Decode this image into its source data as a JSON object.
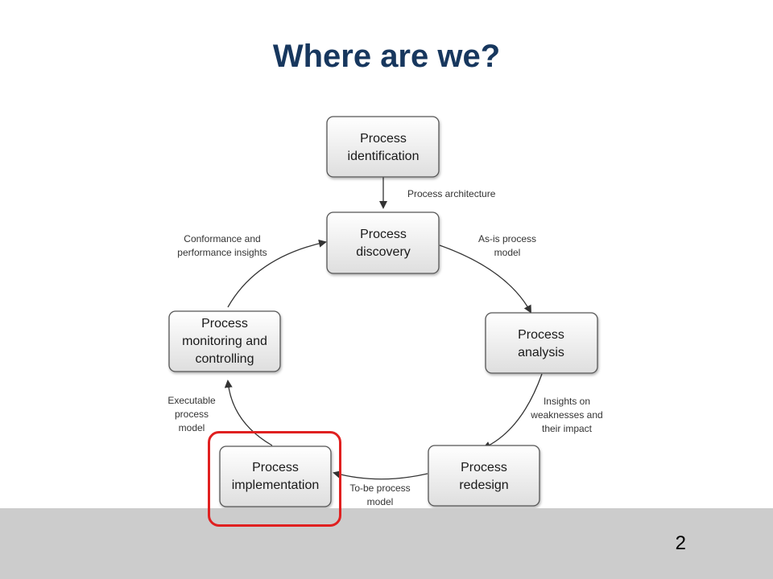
{
  "slide": {
    "title": "Where are we?",
    "page_number": "2"
  },
  "diagram": {
    "nodes": {
      "identification": [
        "Process",
        "identification"
      ],
      "discovery": [
        "Process",
        "discovery"
      ],
      "analysis": [
        "Process",
        "analysis"
      ],
      "redesign": [
        "Process",
        "redesign"
      ],
      "implementation": [
        "Process",
        "implementation"
      ],
      "monitoring": [
        "Process",
        "monitoring and",
        "controlling"
      ]
    },
    "edges": {
      "architecture": [
        "Process architecture"
      ],
      "as_is": [
        "As-is process",
        "model"
      ],
      "insights": [
        "Insights on",
        "weaknesses and",
        "their impact"
      ],
      "to_be": [
        "To-be process",
        "model"
      ],
      "executable": [
        "Executable",
        "process",
        "model"
      ],
      "conformance": [
        "Conformance and",
        "performance insights"
      ]
    },
    "highlighted_node": "implementation",
    "highlight_color": "#e02020"
  }
}
